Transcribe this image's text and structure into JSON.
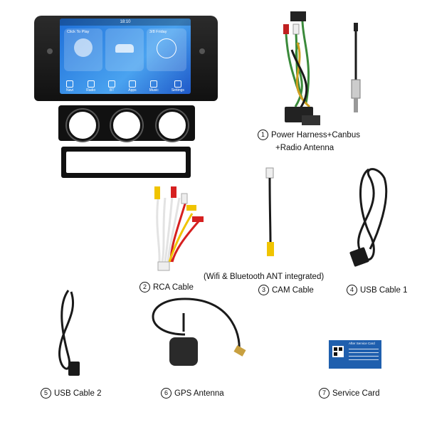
{
  "head_unit": {
    "status_time": "18:10",
    "music_widget": "Click To Play",
    "date_widget": "3/8 Friday",
    "dock": [
      "Navi",
      "Radio",
      "BT",
      "Apps",
      "Music",
      "Settings"
    ]
  },
  "items": [
    {
      "number": "1",
      "name_line1": "Power Harness+Canbus",
      "name_line2": "+Radio Antenna"
    },
    {
      "number": "2",
      "name": "RCA Cable"
    },
    {
      "number": "3",
      "name": "CAM Cable"
    },
    {
      "number": "4",
      "name": "USB Cable 1"
    },
    {
      "number": "5",
      "name": "USB Cable 2"
    },
    {
      "number": "6",
      "name": "GPS Antenna"
    },
    {
      "number": "7",
      "name": "Service Card"
    }
  ],
  "annotation": "(Wifi & Bluetooth ANT integrated)",
  "service_card_header": "After Service Card",
  "colors": {
    "cable": "#1a1a1a",
    "rca_red": "#d62020",
    "rca_yellow": "#f0c400",
    "rca_white": "#eeeeee",
    "card_blue": "#1f5fae"
  }
}
